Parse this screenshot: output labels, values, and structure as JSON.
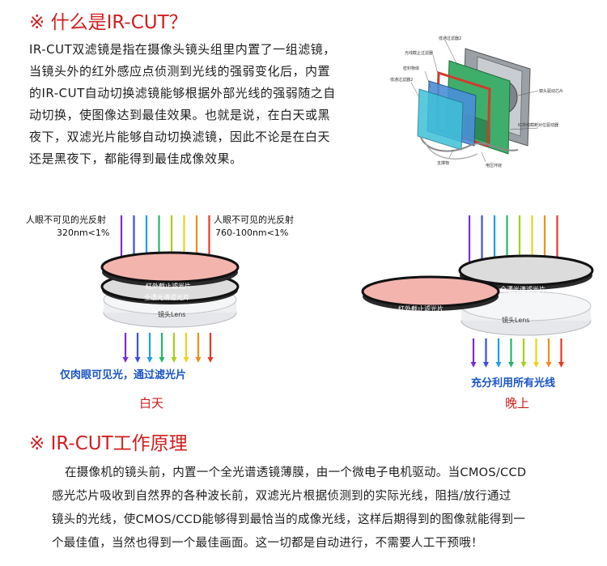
{
  "section1": {
    "title": "※ 什么是IR-CUT？",
    "lines": [
      "IR-CUT双滤镜是指在摄像头镜头组里内置了一组滤镜，",
      "当镜头外的红外感应点侦测到光线的强弱变化后，内置",
      "的IR-CUT自动切换滤镜能够根据外部光线的强弱随之自",
      "动切换，使图像达到最佳效果。也就是说，在白天或黑",
      "夜下，双滤光片能够自动切换滤镜，因此不论是在白天",
      "还是黑夜下，都能得到最佳成像效果。"
    ]
  },
  "diagram_labels": [
    "低通过滤器2",
    "光线截止过滤器",
    "密封物体",
    "低通过滤器2",
    "镜头驱动芯片",
    "红外线截断对位驱动器",
    "电压环绕",
    "支撑物"
  ],
  "day": {
    "left_note": [
      "人眼不可见的光反射",
      "320nm<1%"
    ],
    "right_note": [
      "人眼不可见的光反射",
      "760-100nm<1%"
    ],
    "filter_ir": "红外截止滤光片",
    "filter_full": "全透光谱滤光片",
    "lens": "镜头Lens",
    "caption": "仅肉眼可见光，通过滤光片",
    "label": "白天"
  },
  "night": {
    "filter_ir": "红外截止滤光片",
    "filter_full": "全透光谱滤光片",
    "lens": "镜头Lens",
    "caption": "充分利用所有光线",
    "label": "晚上"
  },
  "ray_colors": [
    "#7b2fd0",
    "#3d4fe0",
    "#1ea0e6",
    "#20b868",
    "#a6cf1c",
    "#f0d21a",
    "#f08d1c",
    "#e63a22"
  ],
  "section2": {
    "title": "※ IR-CUT工作原理",
    "lines": [
      "在摄像机的镜头前，内置一个全光谱透镜薄膜，由一个微电子电机驱动。当CMOS/CCD",
      "感光芯片吸收到自然界的各种波长前，双滤光片根据侦测到的实际光线，阻挡/放行通过",
      "镜头的光线，使CMOS/CCD能够得到最恰当的成像光线，这样后期得到的图像就能得到一",
      "个最佳值，当然也得到一个最佳画面。这一切都是自动进行，不需要人工干预哦！"
    ]
  }
}
